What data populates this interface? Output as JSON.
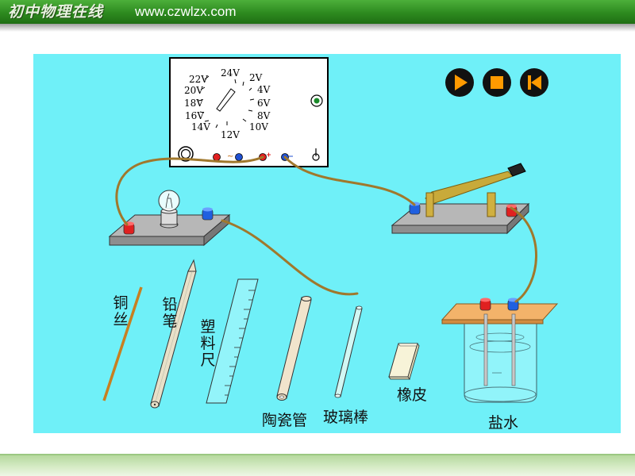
{
  "header": {
    "title": "初中物理在线",
    "url": "www.czwlzx.com"
  },
  "controls": {
    "play": "play-icon",
    "stop": "stop-icon",
    "rewind": "skip-back-icon"
  },
  "power_supply": {
    "dial_labels": [
      "22V",
      "24V",
      "2V",
      "20V",
      "4V",
      "18V",
      "6V",
      "16V",
      "8V",
      "14V",
      "10V",
      "12V"
    ]
  },
  "materials": {
    "copper_wire": "铜丝",
    "pencil": "铅笔",
    "plastic_ruler": "塑料尺",
    "ceramic_tube": "陶瓷管",
    "glass_rod": "玻璃棒",
    "eraser": "橡皮",
    "salt_water": "盐水"
  },
  "colors": {
    "stage": "#6ff0f8",
    "wire": "#a0782c",
    "terminal_red": "#e02020",
    "terminal_blue": "#2060e0"
  }
}
